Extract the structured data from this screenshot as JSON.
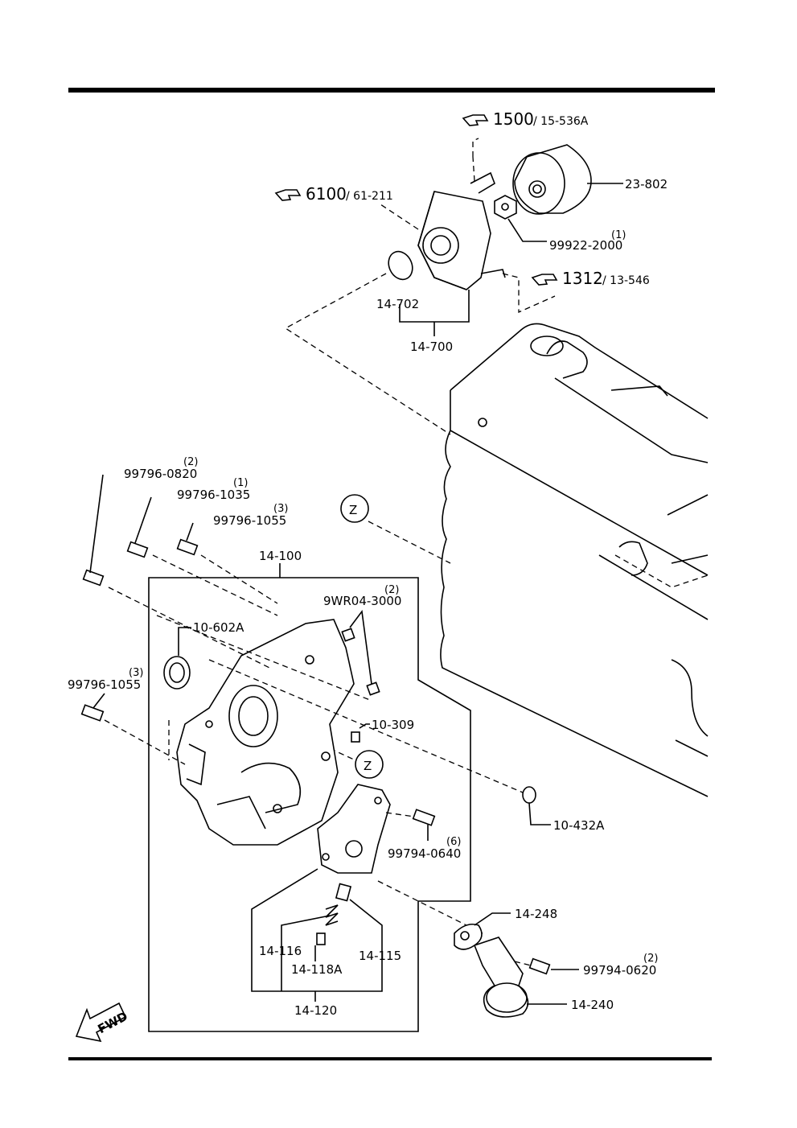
{
  "fwd_badge": "FWD",
  "zone_marker": "Z",
  "refs": [
    {
      "id": "r1500",
      "main": "1500",
      "sub": "15-536A"
    },
    {
      "id": "r6100",
      "main": "6100",
      "sub": "61-211"
    },
    {
      "id": "r1312",
      "main": "1312",
      "sub": "13-546"
    }
  ],
  "labels": [
    {
      "id": "p23802",
      "text": "23-802",
      "qty": ""
    },
    {
      "id": "p999222000",
      "text": "99922-2000",
      "qty": "(1)"
    },
    {
      "id": "p14702",
      "text": "14-702",
      "qty": ""
    },
    {
      "id": "p14700",
      "text": "14-700",
      "qty": ""
    },
    {
      "id": "p997960820",
      "text": "99796-0820",
      "qty": "(2)"
    },
    {
      "id": "p997961035",
      "text": "99796-1035",
      "qty": "(1)"
    },
    {
      "id": "p997961055a",
      "text": "99796-1055",
      "qty": "(3)"
    },
    {
      "id": "p14100",
      "text": "14-100",
      "qty": ""
    },
    {
      "id": "p9wr043000",
      "text": "9WR04-3000",
      "qty": "(2)"
    },
    {
      "id": "p10602a",
      "text": "10-602A",
      "qty": ""
    },
    {
      "id": "p997961055b",
      "text": "99796-1055",
      "qty": "(3)"
    },
    {
      "id": "p10309",
      "text": "10-309",
      "qty": ""
    },
    {
      "id": "p10432a",
      "text": "10-432A",
      "qty": ""
    },
    {
      "id": "p997940640",
      "text": "99794-0640",
      "qty": "(6)"
    },
    {
      "id": "p14248",
      "text": "14-248",
      "qty": ""
    },
    {
      "id": "p997940620",
      "text": "99794-0620",
      "qty": "(2)"
    },
    {
      "id": "p14116",
      "text": "14-116",
      "qty": ""
    },
    {
      "id": "p14115",
      "text": "14-115",
      "qty": ""
    },
    {
      "id": "p14118a",
      "text": "14-118A",
      "qty": ""
    },
    {
      "id": "p14240",
      "text": "14-240",
      "qty": ""
    },
    {
      "id": "p14120",
      "text": "14-120",
      "qty": ""
    }
  ]
}
